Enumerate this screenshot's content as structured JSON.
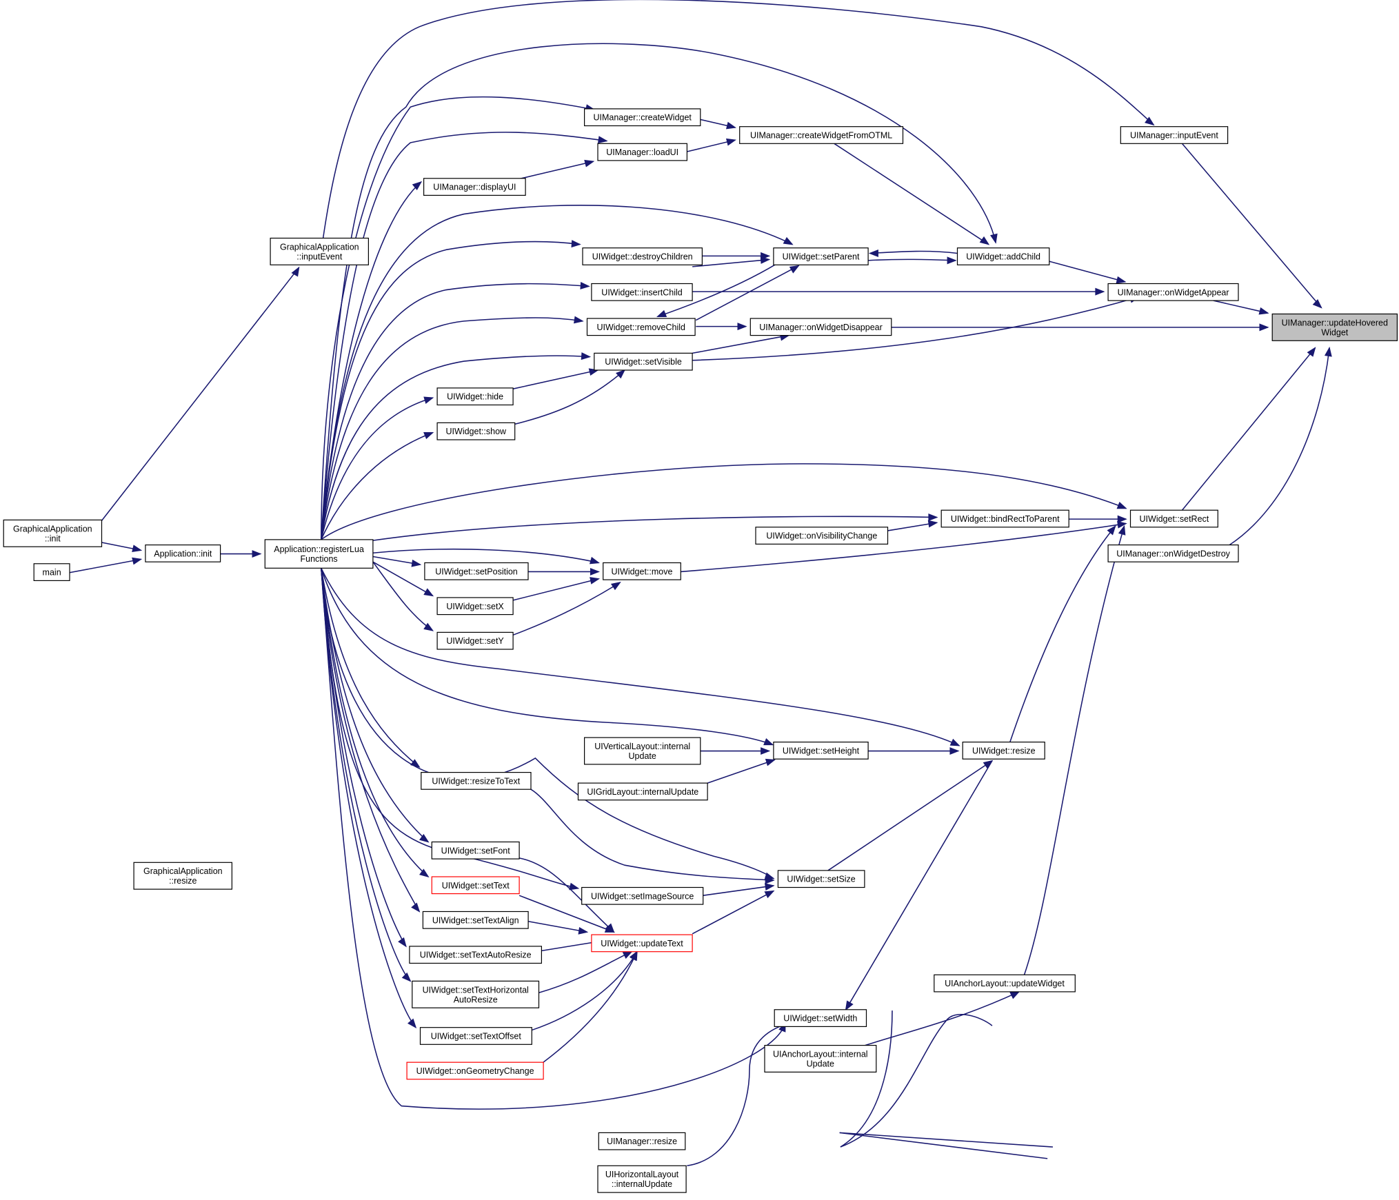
{
  "graph": {
    "edge_color": "#191970",
    "nodes": [
      {
        "id": "root",
        "lines": [
          "UIManager::updateHovered",
          "Widget"
        ],
        "style": "root"
      },
      {
        "id": "mgr_inputEvent",
        "lines": [
          "UIManager::inputEvent"
        ]
      },
      {
        "id": "onWidgetAppear",
        "lines": [
          "UIManager::onWidgetAppear"
        ]
      },
      {
        "id": "onWidgetDisappear",
        "lines": [
          "UIManager::onWidgetDisappear"
        ]
      },
      {
        "id": "setRect",
        "lines": [
          "UIWidget::setRect"
        ]
      },
      {
        "id": "onWidgetDestroy",
        "lines": [
          "UIManager::onWidgetDestroy"
        ]
      },
      {
        "id": "gapp_inputEvent",
        "lines": [
          "GraphicalApplication",
          "::inputEvent"
        ]
      },
      {
        "id": "gapp_init",
        "lines": [
          "GraphicalApplication",
          "::init"
        ]
      },
      {
        "id": "main",
        "lines": [
          "main"
        ]
      },
      {
        "id": "app_init",
        "lines": [
          "Application::init"
        ]
      },
      {
        "id": "registerLua",
        "lines": [
          "Application::registerLua",
          "Functions"
        ]
      },
      {
        "id": "createWidget",
        "lines": [
          "UIManager::createWidget"
        ]
      },
      {
        "id": "createFromOTML",
        "lines": [
          "UIManager::createWidgetFromOTML"
        ]
      },
      {
        "id": "loadUI",
        "lines": [
          "UIManager::loadUI"
        ]
      },
      {
        "id": "displayUI",
        "lines": [
          "UIManager::displayUI"
        ]
      },
      {
        "id": "addChild",
        "lines": [
          "UIWidget::addChild"
        ]
      },
      {
        "id": "setParent",
        "lines": [
          "UIWidget::setParent"
        ]
      },
      {
        "id": "destroyChildren",
        "lines": [
          "UIWidget::destroyChildren"
        ]
      },
      {
        "id": "insertChild",
        "lines": [
          "UIWidget::insertChild"
        ]
      },
      {
        "id": "removeChild",
        "lines": [
          "UIWidget::removeChild"
        ]
      },
      {
        "id": "setVisible",
        "lines": [
          "UIWidget::setVisible"
        ]
      },
      {
        "id": "hide",
        "lines": [
          "UIWidget::hide"
        ]
      },
      {
        "id": "show",
        "lines": [
          "UIWidget::show"
        ]
      },
      {
        "id": "bindRect",
        "lines": [
          "UIWidget::bindRectToParent"
        ]
      },
      {
        "id": "onVisChange",
        "lines": [
          "UIWidget::onVisibilityChange"
        ]
      },
      {
        "id": "move",
        "lines": [
          "UIWidget::move"
        ]
      },
      {
        "id": "setPosition",
        "lines": [
          "UIWidget::setPosition"
        ]
      },
      {
        "id": "setX",
        "lines": [
          "UIWidget::setX"
        ]
      },
      {
        "id": "setY",
        "lines": [
          "UIWidget::setY"
        ]
      },
      {
        "id": "vLayout",
        "lines": [
          "UIVerticalLayout::internal",
          "Update"
        ]
      },
      {
        "id": "setHeight",
        "lines": [
          "UIWidget::setHeight"
        ]
      },
      {
        "id": "gridLayout",
        "lines": [
          "UIGridLayout::internalUpdate"
        ]
      },
      {
        "id": "w_resize",
        "lines": [
          "UIWidget::resize"
        ]
      },
      {
        "id": "resizeToText",
        "lines": [
          "UIWidget::resizeToText"
        ]
      },
      {
        "id": "setFont",
        "lines": [
          "UIWidget::setFont"
        ]
      },
      {
        "id": "setText",
        "lines": [
          "UIWidget::setText"
        ],
        "style": "red"
      },
      {
        "id": "setImageSource",
        "lines": [
          "UIWidget::setImageSource"
        ]
      },
      {
        "id": "setSize",
        "lines": [
          "UIWidget::setSize"
        ]
      },
      {
        "id": "gapp_resize",
        "lines": [
          "GraphicalApplication",
          "::resize"
        ]
      },
      {
        "id": "setTextAlign",
        "lines": [
          "UIWidget::setTextAlign"
        ]
      },
      {
        "id": "updateText",
        "lines": [
          "UIWidget::updateText"
        ],
        "style": "red"
      },
      {
        "id": "setTextAutoResize",
        "lines": [
          "UIWidget::setTextAutoResize"
        ]
      },
      {
        "id": "setTextHAR",
        "lines": [
          "UIWidget::setTextHorizontal",
          "AutoResize"
        ]
      },
      {
        "id": "anchorUpdateWidget",
        "lines": [
          "UIAnchorLayout::updateWidget"
        ]
      },
      {
        "id": "setWidth",
        "lines": [
          "UIWidget::setWidth"
        ]
      },
      {
        "id": "setTextOffset",
        "lines": [
          "UIWidget::setTextOffset"
        ]
      },
      {
        "id": "anchorInternal",
        "lines": [
          "UIAnchorLayout::internal",
          "Update"
        ]
      },
      {
        "id": "onGeometryChange",
        "lines": [
          "UIWidget::onGeometryChange"
        ],
        "style": "red"
      },
      {
        "id": "mgr_resize",
        "lines": [
          "UIManager::resize"
        ]
      },
      {
        "id": "hLayout",
        "lines": [
          "UIHorizontalLayout",
          "::internalUpdate"
        ]
      }
    ]
  }
}
